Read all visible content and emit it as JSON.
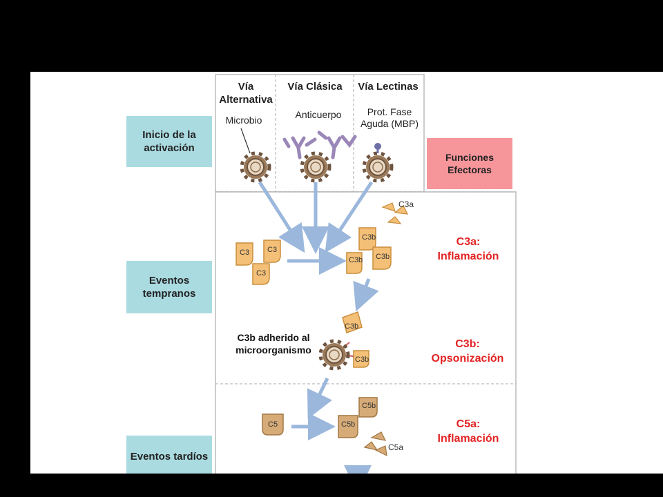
{
  "pathways": {
    "alternative": "Vía Alternativa",
    "classical": "Vía Clásica",
    "lectin": "Vía Lectinas"
  },
  "triggers": {
    "microbe": "Microbio",
    "antibody": "Anticuerpo",
    "lectin_protein": "Prot. Fase Aguda (MBP)"
  },
  "stages": {
    "initiation": "Inicio de la activación",
    "early": "Eventos tempranos",
    "late": "Eventos tardíos"
  },
  "effector_header": "Funciones Efectoras",
  "molecules": {
    "c3": "C3",
    "c3a": "C3a",
    "c3b": "C3b",
    "c5": "C5",
    "c5a": "C5a",
    "c5b": "C5b"
  },
  "bound_label": "C3b adherido al microorganismo",
  "functions": {
    "c3a_name": "C3a:",
    "c3a_effect": "Inflamación",
    "c3b_name": "C3b:",
    "c3b_effect": "Opsonización",
    "c5a_name": "C5a:",
    "c5a_effect": "Inflamación"
  },
  "colors": {
    "stage_box": "#aadbe1",
    "effector_header": "#f6959a",
    "function_text": "#e32222",
    "arrow": "#9bb7dc",
    "c3_fragment": "#f4c078",
    "c5_fragment": "#d6ab78"
  }
}
